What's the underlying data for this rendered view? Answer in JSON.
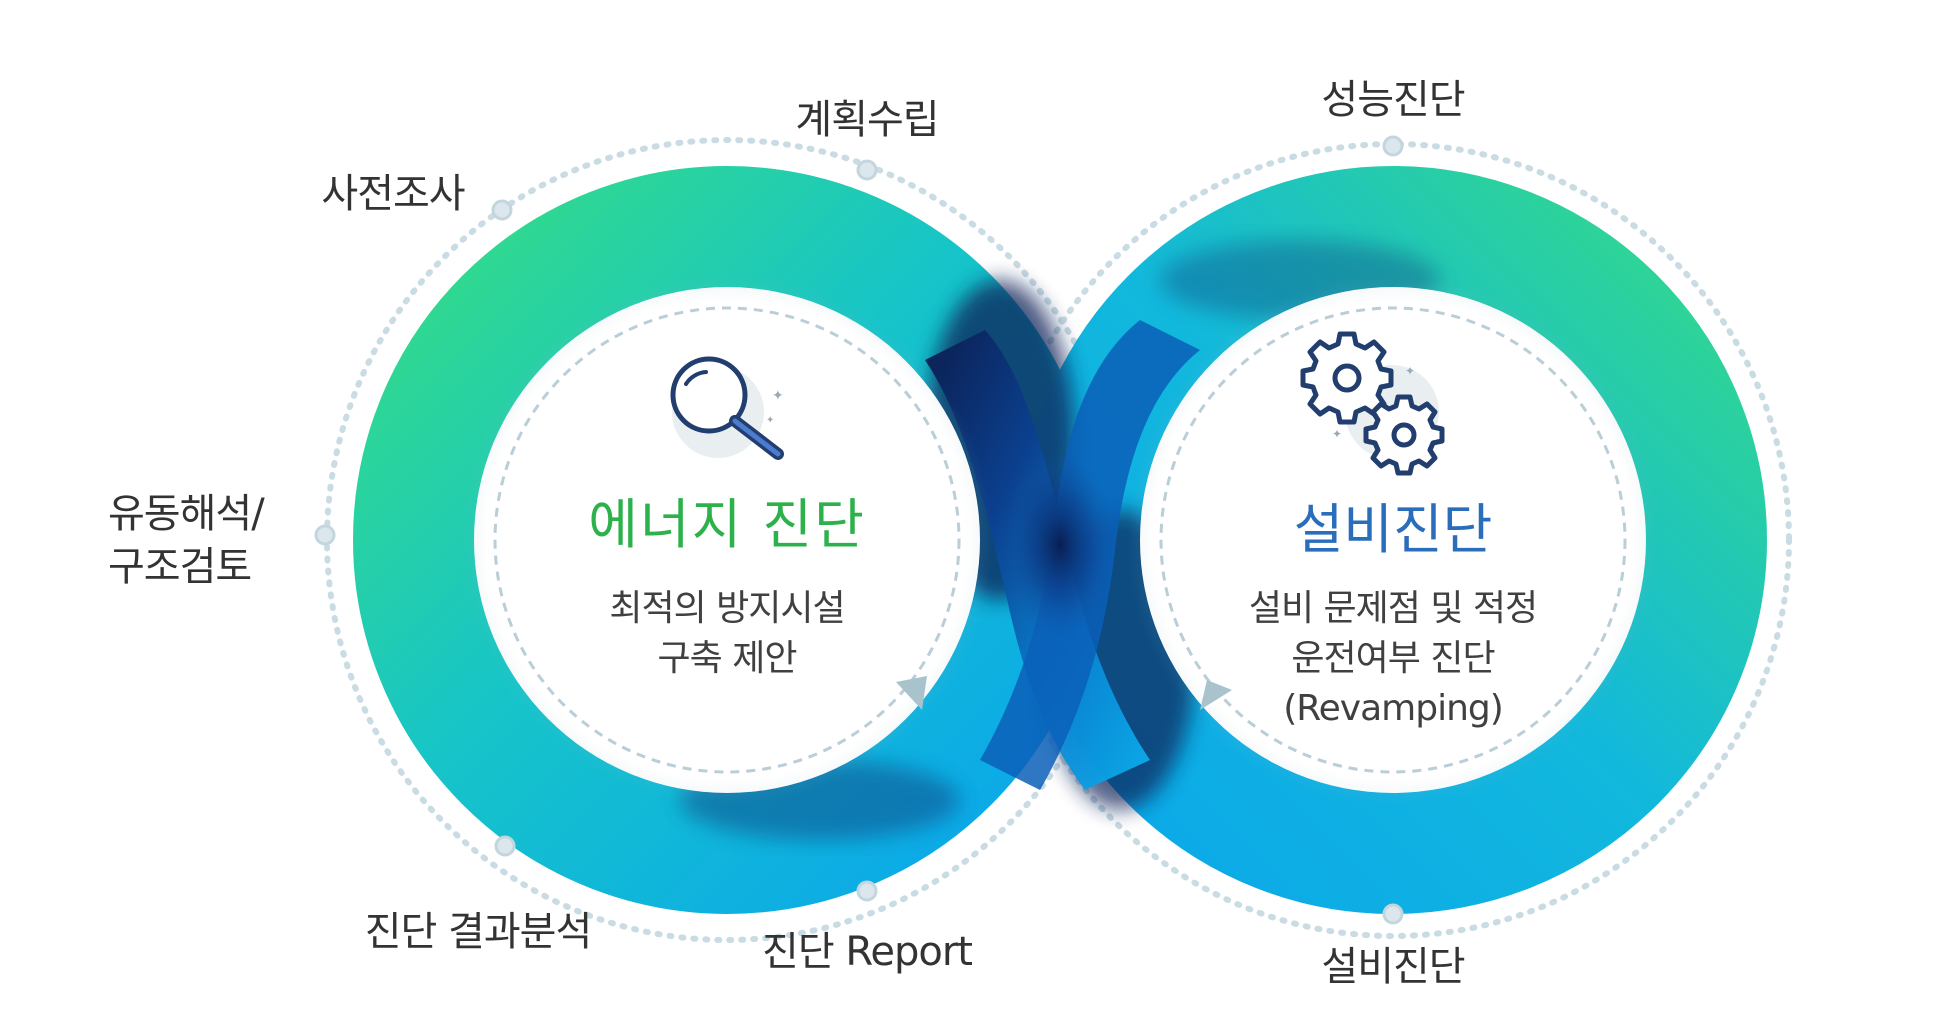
{
  "left": {
    "title": "에너지 진단",
    "desc_line1": "최적의 방지시설",
    "desc_line2": "구축 제안",
    "icon": "magnifier-icon"
  },
  "right": {
    "title": "설비진단",
    "desc_line1": "설비 문제점 및 적정",
    "desc_line2": "운전여부 진단",
    "desc_line3": "(Revamping)",
    "icon": "gears-icon"
  },
  "steps": {
    "survey": "사전조사",
    "planning": "계획수립",
    "flow_line1": "유동해석/",
    "flow_line2": "구조검토",
    "result_analysis": "진단 결과분석",
    "report": "진단 Report",
    "performance": "성능진단",
    "equipment": "설비진단"
  },
  "colors": {
    "green": "#2fd883",
    "blue": "#10a8e8",
    "navy": "#0b1f55",
    "left_title": "#2db14b",
    "right_title": "#2a6ebb",
    "track": "#c9dbe3"
  }
}
